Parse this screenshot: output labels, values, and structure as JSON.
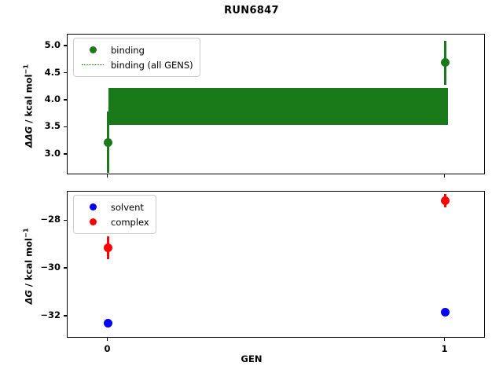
{
  "chart_data": {
    "type": "scatter",
    "title": "RUN6847",
    "xlabel": "GEN",
    "x": [
      0,
      1
    ],
    "xticklabels": [
      "0",
      "1"
    ],
    "xlim": [
      -0.12,
      1.12
    ],
    "panels": [
      {
        "name": "ddg-panel",
        "ylabel_main": "ΔΔG",
        "ylabel_units": " / kcal mol",
        "ylabel_exp": "−1",
        "ylim": [
          2.62,
          5.22
        ],
        "yticks": [
          3.0,
          3.5,
          4.0,
          4.5,
          5.0
        ],
        "yticklabels": [
          "3.0",
          "3.5",
          "4.0",
          "4.5",
          "5.0"
        ],
        "grid": false,
        "legend_position": "upper left",
        "series": [
          {
            "name": "binding",
            "label": "binding",
            "color": "#1a7a1a",
            "marker": "o",
            "values": [
              3.23,
              4.7
            ],
            "yerr": [
              0.56,
              0.41
            ]
          },
          {
            "name": "binding-all-gens",
            "label": "binding (all GENS)",
            "color": "#1a7a1a",
            "marker": "dotted-line",
            "band_value": 3.89,
            "band_low": 3.55,
            "band_high": 4.23
          }
        ]
      },
      {
        "name": "dg-panel",
        "ylabel_main": "ΔG",
        "ylabel_units": " / kcal mol",
        "ylabel_exp": "−1",
        "ylim": [
          -32.93,
          -26.77
        ],
        "yticks": [
          -28,
          -30,
          -32
        ],
        "yticklabels": [
          "−28",
          "−30",
          "−32"
        ],
        "grid": false,
        "legend_position": "upper left",
        "series": [
          {
            "name": "solvent",
            "label": "solvent",
            "color": "#0000ff",
            "marker": "o",
            "values": [
              -32.28,
              -31.82
            ],
            "yerr": [
              0.05,
              0.05
            ]
          },
          {
            "name": "complex",
            "label": "complex",
            "color": "#ff0000",
            "marker": "o",
            "values": [
              -29.12,
              -27.15
            ],
            "yerr": [
              0.48,
              0.29
            ]
          }
        ]
      }
    ]
  },
  "figure": {
    "title": "RUN6847",
    "xlabel": "GEN",
    "background": "#ffffff"
  },
  "top_panel": {
    "ylabel_main": "ΔΔG",
    "ylabel_rest": " / kcal mol",
    "ylabel_exp": "−1",
    "yticklabels": [
      "5.0",
      "4.5",
      "4.0",
      "3.5",
      "3.0"
    ],
    "legend": {
      "items": [
        {
          "label": "binding",
          "key": "circle",
          "color": "#1a7a1a"
        },
        {
          "label": "binding (all GENS)",
          "key": "dotted",
          "color": "#1a7a1a"
        }
      ]
    }
  },
  "bottom_panel": {
    "ylabel_main": "ΔG",
    "ylabel_rest": " / kcal mol",
    "ylabel_exp": "−1",
    "yticklabels": [
      "−28",
      "−30",
      "−32"
    ],
    "legend": {
      "items": [
        {
          "label": "solvent",
          "key": "circle",
          "color": "#0000ff"
        },
        {
          "label": "complex",
          "key": "circle",
          "color": "#ff0000"
        }
      ]
    }
  },
  "xaxis": {
    "ticklabels": [
      "0",
      "1"
    ],
    "title": "GEN"
  }
}
